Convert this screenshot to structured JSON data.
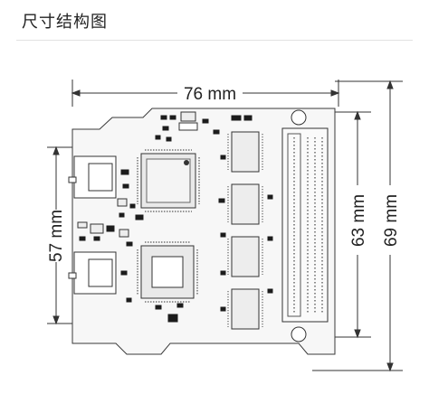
{
  "title": "尺寸结构图",
  "dimensions": {
    "width_label": "76 mm",
    "left_height_label": "57 mm",
    "right_inner_label": "63 mm",
    "right_outer_label": "69 mm"
  },
  "colors": {
    "line": "#3a3a3a",
    "board_fill": "#f7f7f7",
    "chip_fill": "#e9e9e9",
    "chip_dark": "#1c1c1c"
  },
  "icons": {
    "edge_connector": "dual-row-pin-connector",
    "ports": "network-port-pair"
  }
}
